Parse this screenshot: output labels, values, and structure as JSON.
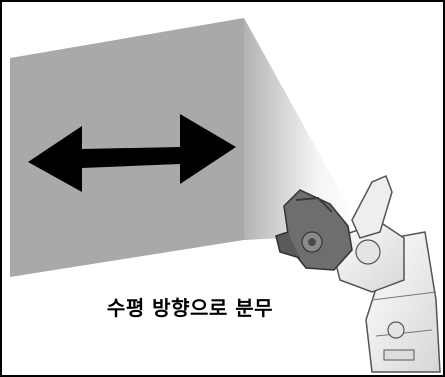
{
  "caption": "수평 방향으로 분무",
  "colors": {
    "frame": "#000000",
    "wall_face": "#a9a9a9",
    "wall_side_light": "#f4f4f4",
    "wall_side_dark": "#b3b3b3",
    "arrow": "#000000",
    "robot_body": "#f2f2f2",
    "robot_wrist": "#6e6e6e"
  },
  "icons": {
    "direction": "double-headed-horizontal-arrow",
    "machine": "painting-robot-arm"
  }
}
